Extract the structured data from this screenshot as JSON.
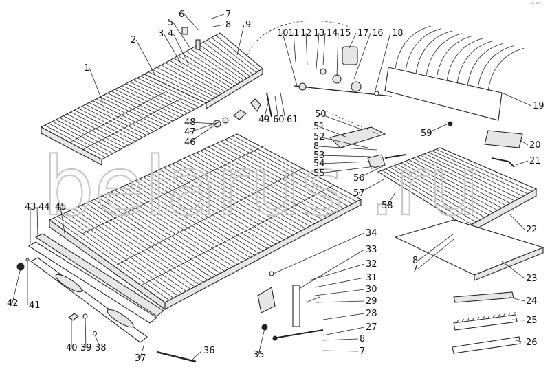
{
  "watermark": "belarus .ru",
  "corner_mark": "ᴮᴷ ᵀᴾᴾ",
  "callouts": [
    "1",
    "2",
    "3",
    "4",
    "5",
    "6",
    "7",
    "8",
    "9",
    "10",
    "11",
    "12",
    "13",
    "14",
    "15",
    "16",
    "17",
    "18",
    "19",
    "20",
    "21",
    "22",
    "23",
    "24",
    "25",
    "26",
    "27",
    "28",
    "29",
    "30",
    "31",
    "32",
    "33",
    "34",
    "35",
    "36",
    "37",
    "38",
    "39",
    "40",
    "41",
    "42",
    "43",
    "44",
    "45",
    "46",
    "47",
    "48",
    "49",
    "50",
    "51",
    "52",
    "53",
    "54",
    "55",
    "56",
    "57",
    "58",
    "59",
    "60",
    "61"
  ],
  "second_callouts": {
    "7": "7",
    "8": "8"
  }
}
